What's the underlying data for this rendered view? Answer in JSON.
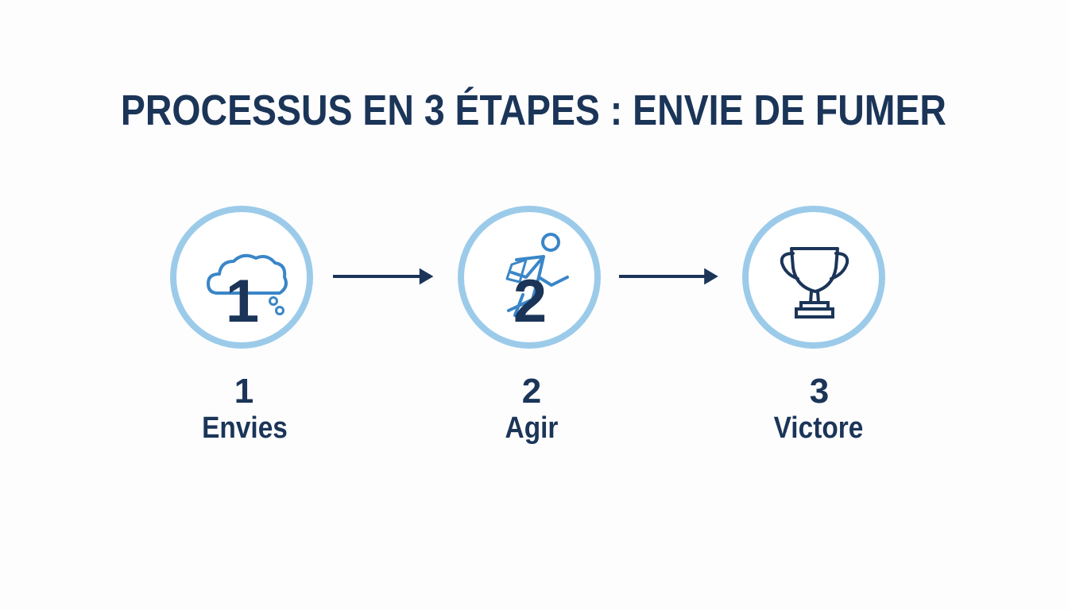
{
  "title": "PROCESSUS EN 3 ÉTAPES : ENVIE DE FUMER",
  "colors": {
    "navy": "#1b3558",
    "circle_ring": "#9ccbea",
    "icon_blue": "#3a86c8"
  },
  "steps": [
    {
      "number": "1",
      "label": "Envies",
      "icon": "thought-cloud-icon",
      "inner_numeral": "1"
    },
    {
      "number": "2",
      "label": "Agir",
      "icon": "running-person-icon",
      "inner_numeral": "2"
    },
    {
      "number": "3",
      "label": "Victore",
      "icon": "trophy-icon"
    }
  ]
}
